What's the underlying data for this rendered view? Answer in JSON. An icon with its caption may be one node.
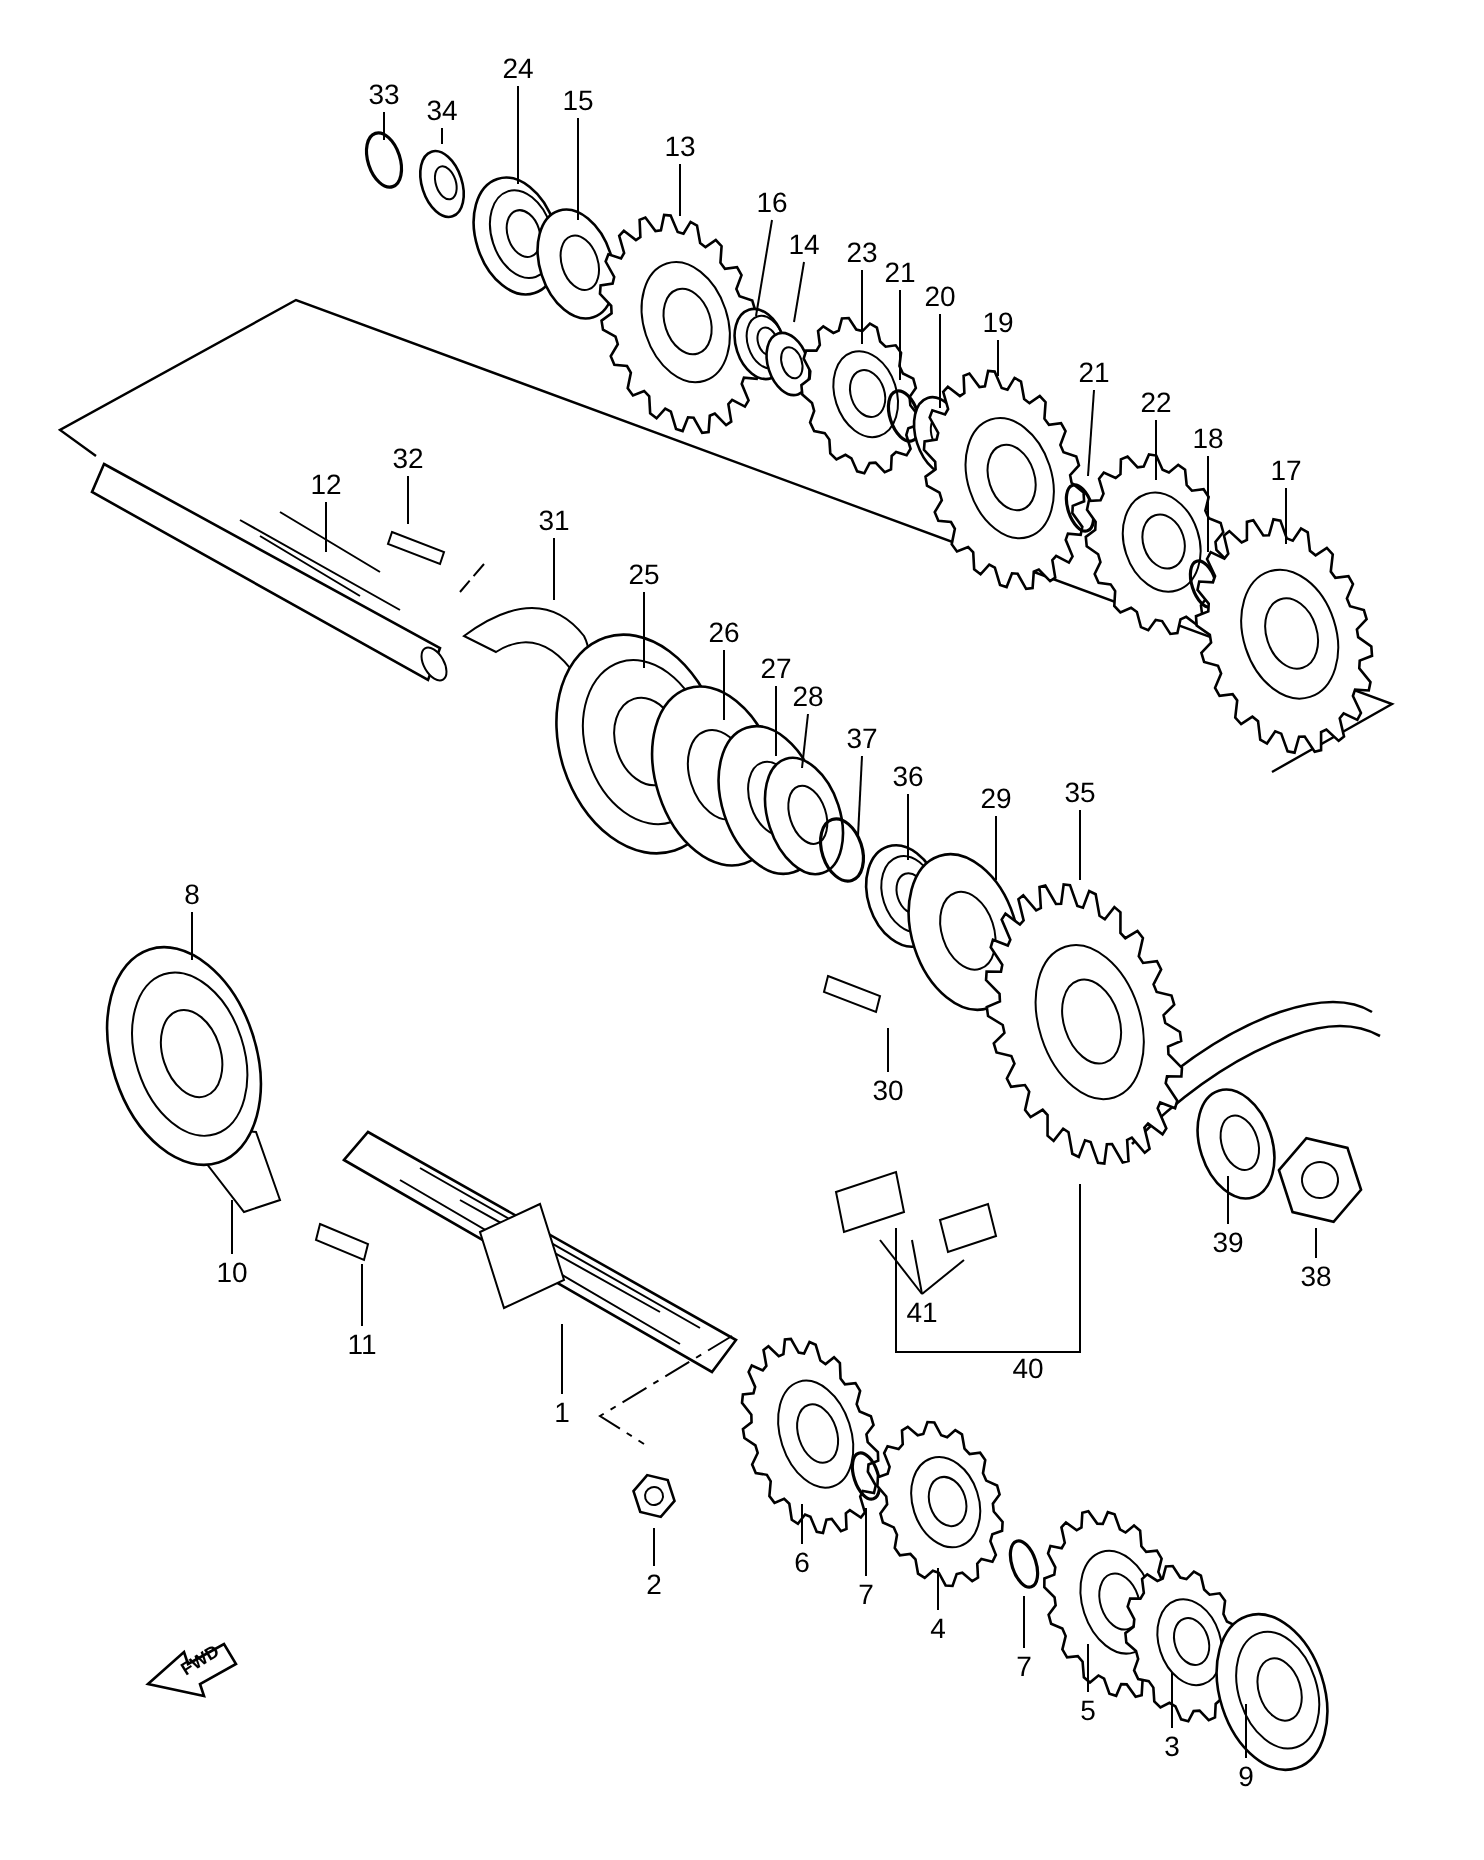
{
  "diagram": {
    "nodes": [
      {
        "text": [
          "33"
        ]
      },
      {
        "text": [
          "34"
        ]
      },
      {
        "text": [
          "24"
        ]
      },
      {
        "text": [
          "15"
        ]
      },
      {
        "text": [
          "13"
        ]
      },
      {
        "text": [
          "16"
        ]
      },
      {
        "text": [
          "14"
        ]
      },
      {
        "text": [
          "23"
        ]
      },
      {
        "text": [
          "21"
        ]
      },
      {
        "text": [
          "20"
        ]
      },
      {
        "text": [
          "19"
        ]
      },
      {
        "text": [
          "21"
        ]
      },
      {
        "text": [
          "22"
        ]
      },
      {
        "text": [
          "18"
        ]
      },
      {
        "text": [
          "17"
        ]
      },
      {
        "text": [
          "12"
        ]
      },
      {
        "text": [
          "32"
        ]
      },
      {
        "text": [
          "31"
        ]
      },
      {
        "text": [
          "25"
        ]
      },
      {
        "text": [
          "26"
        ]
      },
      {
        "text": [
          "27"
        ]
      },
      {
        "text": [
          "28"
        ]
      },
      {
        "text": [
          "37"
        ]
      },
      {
        "text": [
          "36"
        ]
      },
      {
        "text": [
          "29"
        ]
      },
      {
        "text": [
          "35"
        ]
      },
      {
        "text": [
          "8"
        ]
      },
      {
        "text": [
          "30"
        ]
      },
      {
        "text": [
          "39"
        ]
      },
      {
        "text": [
          "10"
        ]
      },
      {
        "text": [
          "38"
        ]
      },
      {
        "text": [
          "41"
        ]
      },
      {
        "text": [
          "11"
        ]
      },
      {
        "text": [
          "40"
        ]
      },
      {
        "text": [
          "1"
        ]
      },
      {
        "text": [
          "6"
        ]
      },
      {
        "text": [
          "2"
        ]
      },
      {
        "text": [
          "7"
        ]
      },
      {
        "text": [
          "4"
        ]
      },
      {
        "text": [
          "7"
        ]
      },
      {
        "text": [
          "5"
        ]
      },
      {
        "text": [
          "3"
        ]
      },
      {
        "text": [
          "9"
        ]
      }
    ],
    "edges": [
      {
        "from": 0,
        "to": null,
        "arrow": "none"
      },
      {
        "from": 1,
        "to": null,
        "arrow": "none"
      },
      {
        "from": 2,
        "to": null,
        "arrow": "none"
      },
      {
        "from": 3,
        "to": null,
        "arrow": "none"
      },
      {
        "from": 4,
        "to": null,
        "arrow": "none"
      },
      {
        "from": 5,
        "to": null,
        "arrow": "none"
      },
      {
        "from": 6,
        "to": null,
        "arrow": "none"
      },
      {
        "from": 7,
        "to": null,
        "arrow": "none"
      },
      {
        "from": 8,
        "to": null,
        "arrow": "none"
      },
      {
        "from": 9,
        "to": null,
        "arrow": "none"
      },
      {
        "from": 10,
        "to": null,
        "arrow": "none"
      },
      {
        "from": 11,
        "to": null,
        "arrow": "none"
      },
      {
        "from": 12,
        "to": null,
        "arrow": "none"
      },
      {
        "from": 13,
        "to": null,
        "arrow": "none"
      },
      {
        "from": 14,
        "to": null,
        "arrow": "none"
      },
      {
        "from": 15,
        "to": null,
        "arrow": "none"
      },
      {
        "from": 16,
        "to": null,
        "arrow": "none"
      },
      {
        "from": 17,
        "to": null,
        "arrow": "none"
      },
      {
        "from": 18,
        "to": null,
        "arrow": "none"
      },
      {
        "from": 19,
        "to": null,
        "arrow": "none"
      },
      {
        "from": 20,
        "to": null,
        "arrow": "none"
      },
      {
        "from": 21,
        "to": null,
        "arrow": "none"
      },
      {
        "from": 22,
        "to": null,
        "arrow": "none"
      },
      {
        "from": 23,
        "to": null,
        "arrow": "none"
      },
      {
        "from": 24,
        "to": null,
        "arrow": "none"
      },
      {
        "from": 25,
        "to": null,
        "arrow": "none"
      },
      {
        "from": 26,
        "to": null,
        "arrow": "none"
      },
      {
        "from": 27,
        "to": null,
        "arrow": "none"
      },
      {
        "from": 28,
        "to": null,
        "arrow": "none"
      },
      {
        "from": 29,
        "to": null,
        "arrow": "none"
      },
      {
        "from": 30,
        "to": null,
        "arrow": "none"
      },
      {
        "from": 31,
        "to": null,
        "arrow": "none"
      },
      {
        "from": 31,
        "to": null,
        "arrow": "none"
      },
      {
        "from": 31,
        "to": null,
        "arrow": "none"
      },
      {
        "from": 32,
        "to": null,
        "arrow": "none"
      },
      {
        "from": 33,
        "to": null,
        "arrow": "none"
      },
      {
        "from": 33,
        "to": null,
        "arrow": "none"
      },
      {
        "from": 34,
        "to": null,
        "arrow": "none"
      },
      {
        "from": 35,
        "to": null,
        "arrow": "none"
      },
      {
        "from": 36,
        "to": null,
        "arrow": "none"
      },
      {
        "from": 37,
        "to": null,
        "arrow": "none"
      },
      {
        "from": 38,
        "to": null,
        "arrow": "none"
      },
      {
        "from": 39,
        "to": null,
        "arrow": "none"
      },
      {
        "from": 40,
        "to": null,
        "arrow": "none"
      },
      {
        "from": 41,
        "to": null,
        "arrow": "none"
      },
      {
        "from": 42,
        "to": null,
        "arrow": "none"
      }
    ],
    "labels": [
      "FWD"
    ]
  }
}
